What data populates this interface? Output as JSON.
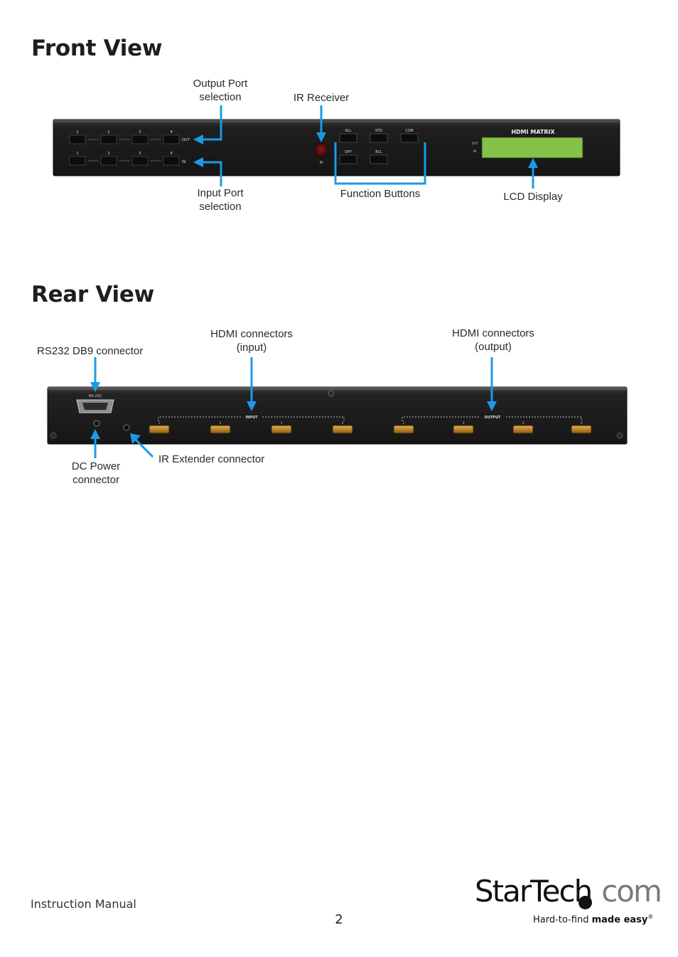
{
  "front": {
    "heading": "Front View",
    "callouts": {
      "output_port": [
        "Output Port",
        "selection"
      ],
      "ir_receiver": "IR Receiver",
      "input_port": [
        "Input Port",
        "selection"
      ],
      "function_buttons": "Function Buttons",
      "lcd_display": "LCD Display"
    },
    "panel": {
      "port_numbers": [
        "1",
        "2",
        "3",
        "4"
      ],
      "out_label": "OUT",
      "in_label": "IN",
      "ir_label": "IR",
      "button_labels": [
        "ALL",
        "STO",
        "CON",
        "OFF",
        "RCL"
      ],
      "lcd_title": "HDMI MATRIX",
      "lcd_side": [
        "OUT",
        "IN"
      ]
    }
  },
  "rear": {
    "heading": "Rear View",
    "callouts": {
      "hdmi_input": [
        "HDMI connectors",
        "(input)"
      ],
      "hdmi_output": [
        "HDMI connectors",
        "(output)"
      ],
      "rs232": "RS232 DB9 connector",
      "dc_power": [
        "DC Power",
        "connector"
      ],
      "ir_extender": "IR Extender connector"
    },
    "panel": {
      "input_label": "INPUT",
      "output_label": "OUTPUT",
      "rs232_label": "RS-232",
      "input_numbers": [
        "1",
        "2",
        "3",
        "4"
      ],
      "output_numbers": [
        "1",
        "2",
        "3",
        "4"
      ]
    }
  },
  "footer": {
    "manual": "Instruction Manual",
    "page": "2",
    "logo_main": "StarTech",
    "logo_com": "com",
    "logo_tag_regular": "Hard-to-find ",
    "logo_tag_bold": "made easy",
    "logo_reg": "®"
  },
  "colors": {
    "arrow": "#1a9be6",
    "device": "#1c1c1c",
    "lcd": "#86c24a"
  }
}
